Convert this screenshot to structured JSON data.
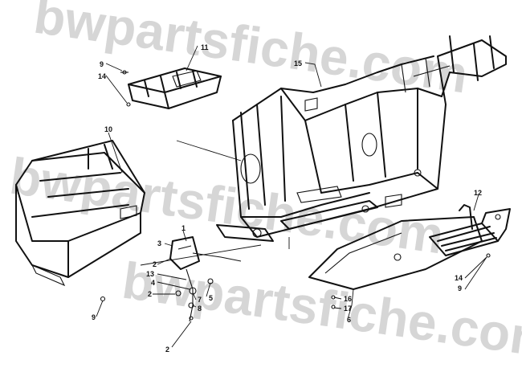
{
  "watermarks": [
    "bwpartsfiche.com",
    "bwpartsfiche.com",
    "bwpartsfiche.com"
  ],
  "callouts": {
    "c1": "1",
    "c2a": "2",
    "c2b": "2",
    "c2c": "2",
    "c3": "3",
    "c4": "4",
    "c5": "5",
    "c6": "6",
    "c7": "7",
    "c8": "8",
    "c9a": "9",
    "c9b": "9",
    "c9c": "9",
    "c10": "10",
    "c11": "11",
    "c12": "12",
    "c13": "13",
    "c14a": "14",
    "c14b": "14",
    "c15": "15",
    "c16": "16",
    "c17": "17"
  }
}
